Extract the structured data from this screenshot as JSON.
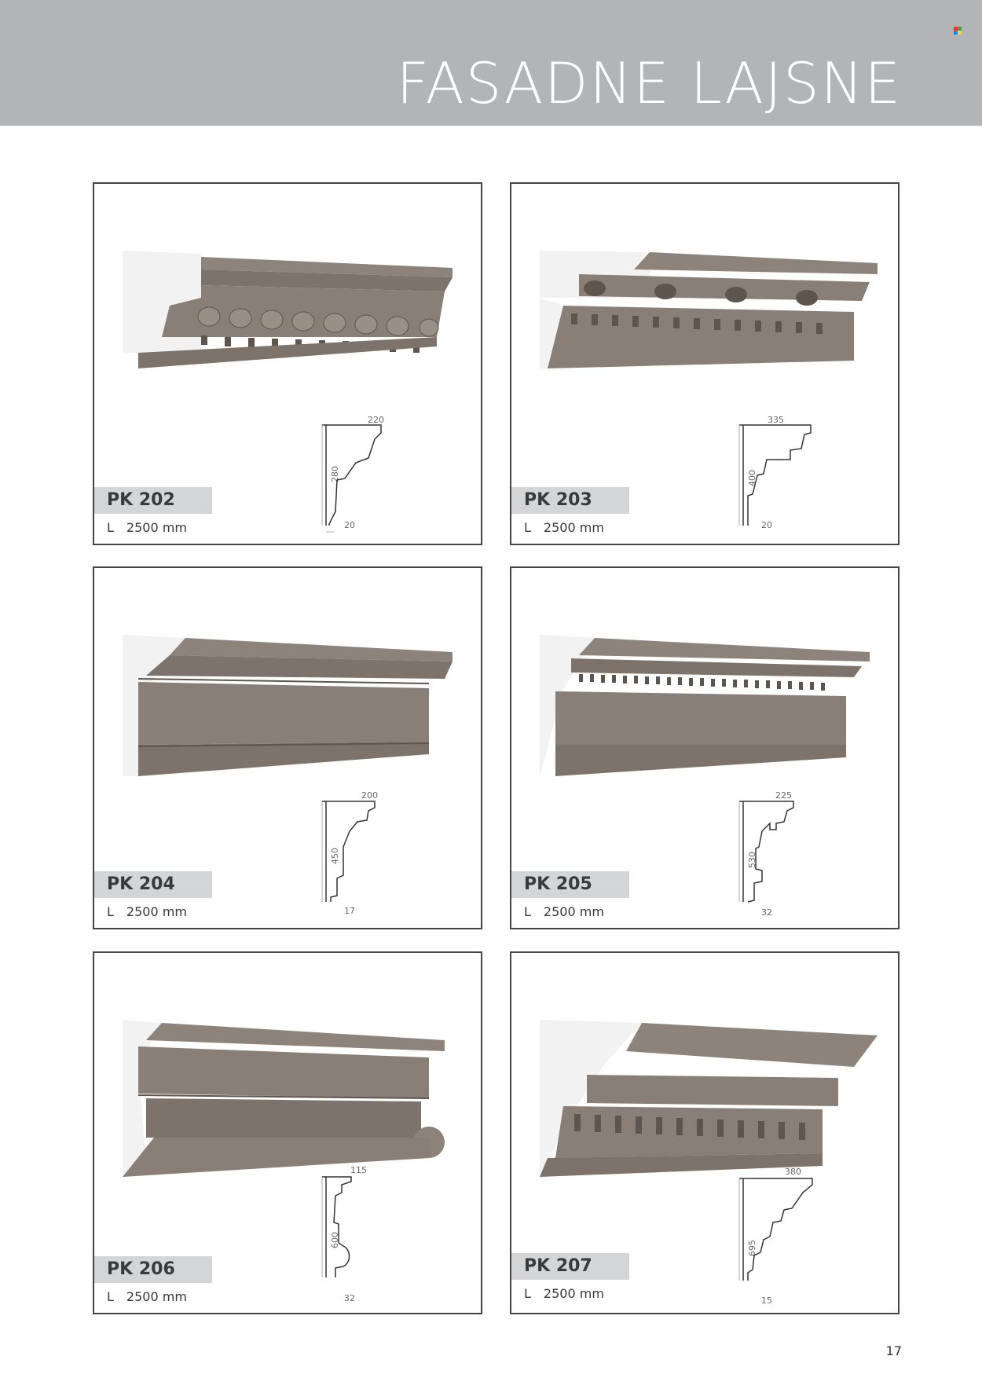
{
  "header": {
    "title": "FASADNE LAJSNE"
  },
  "products": [
    {
      "code": "PK 202",
      "length_prefix": "L",
      "length": "2500 mm",
      "width": "220",
      "height": "280",
      "base": "20"
    },
    {
      "code": "PK 203",
      "length_prefix": "L",
      "length": "2500 mm",
      "width": "335",
      "height": "400",
      "base": "20"
    },
    {
      "code": "PK 204",
      "length_prefix": "L",
      "length": "2500 mm",
      "width": "200",
      "height": "450",
      "base": "17"
    },
    {
      "code": "PK 205",
      "length_prefix": "L",
      "length": "2500 mm",
      "width": "225",
      "height": "530",
      "base": "32"
    },
    {
      "code": "PK 206",
      "length_prefix": "L",
      "length": "2500 mm",
      "width": "115",
      "height": "600",
      "base": "32"
    },
    {
      "code": "PK 207",
      "length_prefix": "L",
      "length": "2500 mm",
      "width": "380",
      "height": "695",
      "base": "15"
    }
  ],
  "page_number": "17",
  "colors": {
    "header_bg": "#b3b4b6",
    "molding": "#8a7f76",
    "molding_dark": "#5e554e",
    "label_bg": "#d4d5d6"
  }
}
